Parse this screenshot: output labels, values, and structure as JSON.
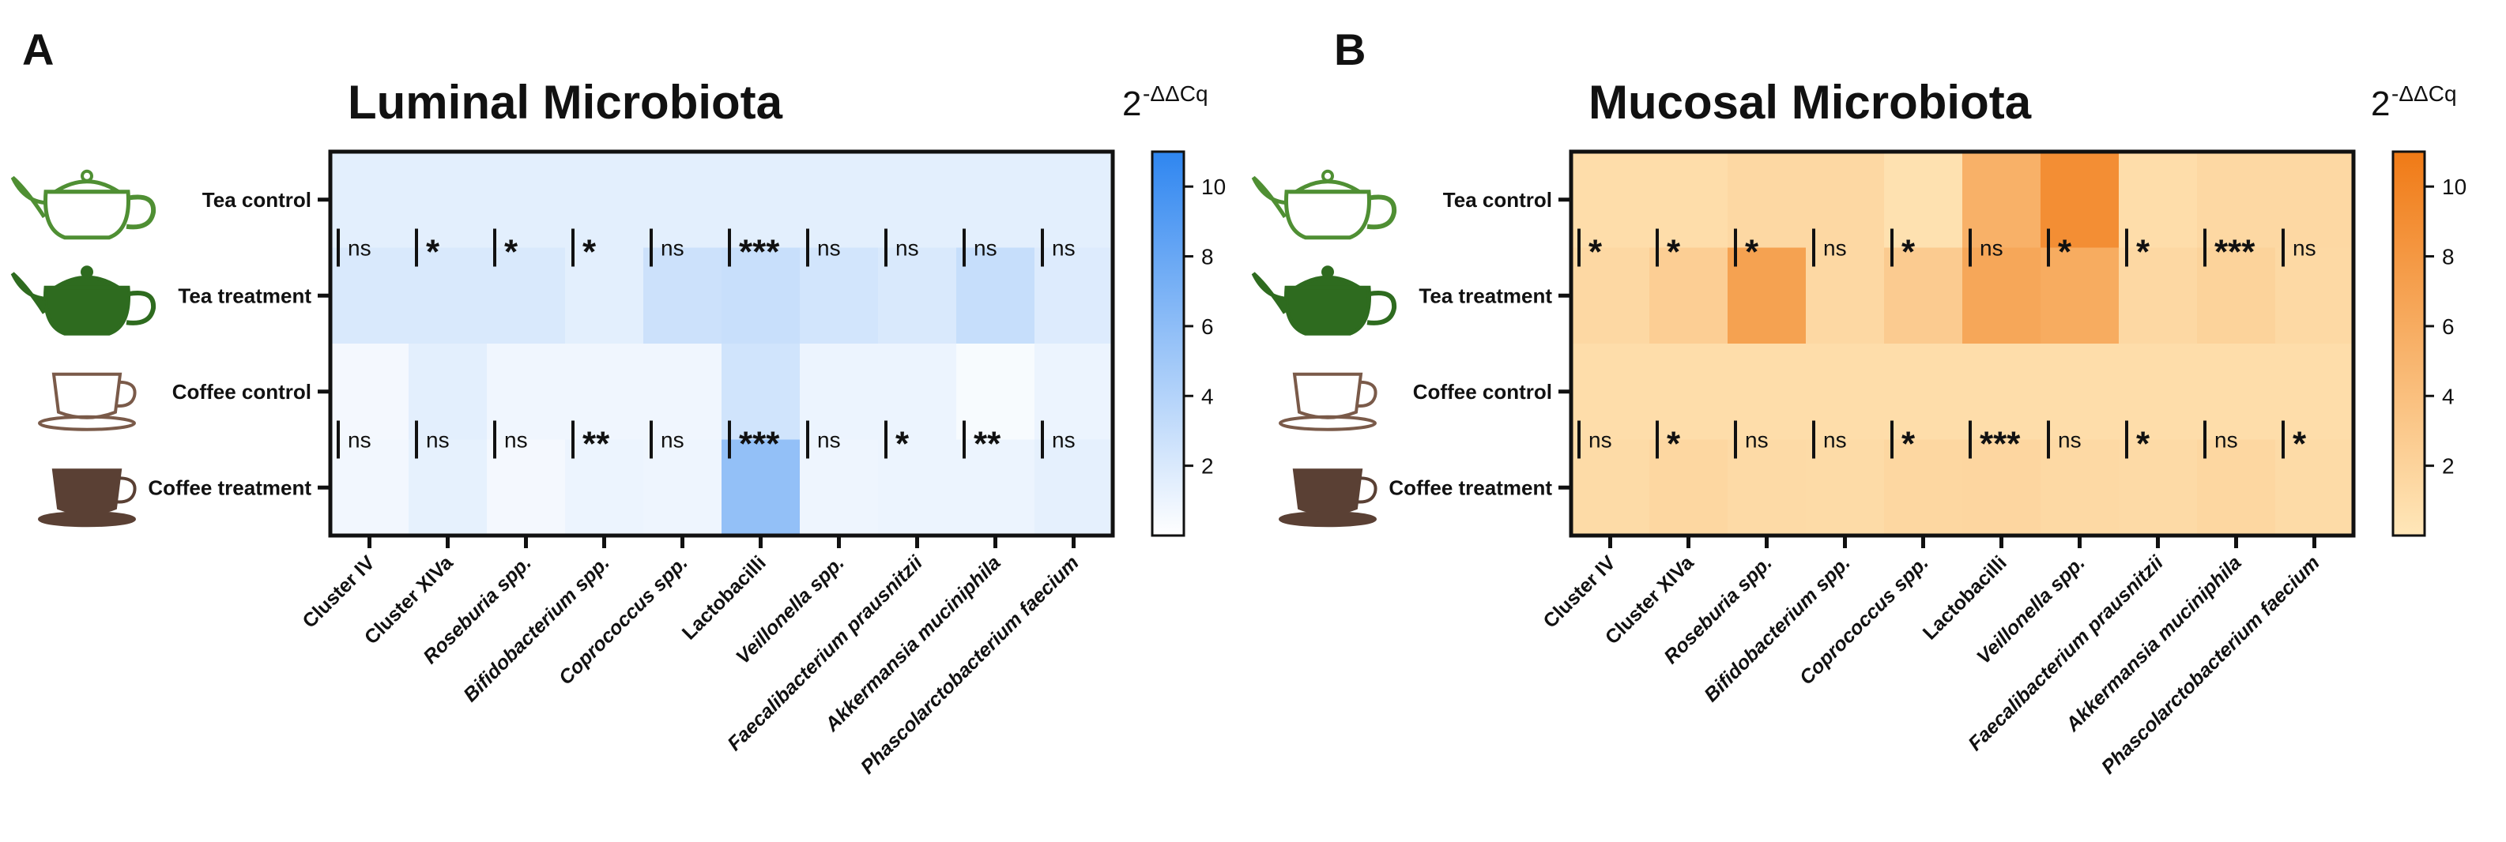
{
  "panel_labels": [
    "A",
    "B"
  ],
  "chart_data": [
    {
      "type": "heatmap",
      "panel_label": "A",
      "title": "Luminal Microbiota",
      "colorbar_label": "2",
      "colorbar_label_exp": "-ΔΔCq",
      "color_low": "#ffffff",
      "color_high": "#2f86f0",
      "color_range": [
        0,
        11
      ],
      "colorbar_ticks": [
        "10",
        "8",
        "6",
        "4",
        "2"
      ],
      "colorbar_tick_values": [
        10,
        8,
        6,
        4,
        2
      ],
      "rows": [
        "Tea control",
        "Tea treatment",
        "Coffee control",
        "Coffee treatment"
      ],
      "columns": [
        "Cluster IV",
        "Cluster XIVa",
        "Roseburia spp.",
        "Bifidobacterium spp.",
        "Coprococcus spp.",
        "Lactobacilli",
        "Veillonella spp.",
        "Faecalibacterium prausnitzii",
        "Akkermansia muciniphila",
        "Phascolarctobacterium faecium"
      ],
      "italic_columns": [
        false,
        false,
        true,
        true,
        true,
        false,
        true,
        true,
        true,
        true
      ],
      "values": [
        [
          1.5,
          1.5,
          1.5,
          1.5,
          1.5,
          1.5,
          1.5,
          1.5,
          1.5,
          1.5
        ],
        [
          2.0,
          2.0,
          2.0,
          1.5,
          2.7,
          2.9,
          2.4,
          2.0,
          3.0,
          1.8
        ],
        [
          0.6,
          1.5,
          0.8,
          0.8,
          0.8,
          2.5,
          1.0,
          1.0,
          0.4,
          1.0
        ],
        [
          0.7,
          1.3,
          0.6,
          1.0,
          0.9,
          5.7,
          0.9,
          1.0,
          1.0,
          1.4
        ]
      ],
      "significance": {
        "tea": [
          "ns",
          "*",
          "*",
          "*",
          "ns",
          "***",
          "ns",
          "ns",
          "ns",
          "ns"
        ],
        "coffee": [
          "ns",
          "ns",
          "ns",
          "**",
          "ns",
          "***",
          "ns",
          "*",
          "**",
          "ns"
        ]
      },
      "legend_icons": [
        "tea-pot-outline",
        "tea-pot-filled",
        "coffee-cup-outline",
        "coffee-cup-filled"
      ]
    },
    {
      "type": "heatmap",
      "panel_label": "B",
      "title": "Mucosal Microbiota",
      "colorbar_label": "2",
      "colorbar_label_exp": "-ΔΔCq",
      "color_low": "#ffe7b9",
      "color_high": "#f07a16",
      "color_range": [
        0,
        11
      ],
      "colorbar_ticks": [
        "10",
        "8",
        "6",
        "4",
        "2"
      ],
      "colorbar_tick_values": [
        10,
        8,
        6,
        4,
        2
      ],
      "rows": [
        "Tea control",
        "Tea treatment",
        "Coffee control",
        "Coffee treatment"
      ],
      "columns": [
        "Cluster IV",
        "Cluster XIVa",
        "Roseburia spp.",
        "Bifidobacterium spp.",
        "Coprococcus spp.",
        "Lactobacilli",
        "Veillonella spp.",
        "Faecalibacterium prausnitzii",
        "Akkermansia muciniphila",
        "Phascolarctobacterium faecium"
      ],
      "italic_columns": [
        false,
        false,
        true,
        true,
        true,
        false,
        true,
        true,
        true,
        true
      ],
      "values": [
        [
          1.0,
          1.0,
          1.5,
          1.5,
          0.6,
          5.5,
          9.0,
          1.0,
          1.5,
          1.5
        ],
        [
          1.5,
          2.5,
          7.0,
          1.5,
          2.8,
          6.5,
          6.0,
          1.5,
          2.0,
          1.4
        ],
        [
          1.0,
          1.0,
          1.0,
          1.0,
          1.0,
          1.0,
          1.0,
          1.0,
          1.0,
          1.0
        ],
        [
          1.2,
          1.6,
          1.3,
          1.2,
          1.6,
          1.7,
          1.4,
          1.3,
          1.6,
          1.2
        ]
      ],
      "significance": {
        "tea": [
          "*",
          "*",
          "*",
          "ns",
          "*",
          "ns",
          "*",
          "*",
          "***",
          "ns"
        ],
        "coffee": [
          "ns",
          "*",
          "ns",
          "ns",
          "*",
          "***",
          "ns",
          "*",
          "ns",
          "*"
        ]
      },
      "legend_icons": [
        "tea-pot-outline",
        "tea-pot-filled",
        "coffee-cup-outline",
        "coffee-cup-filled"
      ]
    }
  ]
}
